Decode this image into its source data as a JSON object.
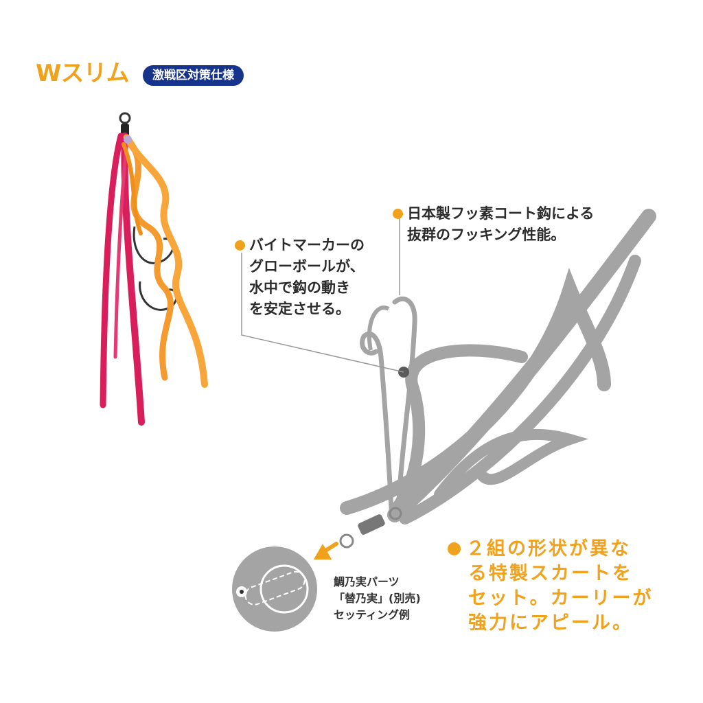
{
  "header": {
    "title": "Wスリム",
    "badge": "激戦区対策仕様"
  },
  "callouts": {
    "hook": {
      "line1": "日本製フッ素コート鈎による",
      "line2": "抜群のフッキング性能。"
    },
    "bite_marker": {
      "line1": "バイトマーカーの",
      "line2": "グローボールが、",
      "line3": "水中で鈎の動き",
      "line4": "を安定させる。"
    },
    "skirt": {
      "line1": "２組の形状が異な",
      "line2": "る特製スカートを",
      "line3": "セット。カーリーが",
      "line4": "強力にアピール。"
    },
    "parts": {
      "line1": "鯛乃実パーツ",
      "line2": "「替乃実」(別売)",
      "line3": "セッティング例"
    }
  },
  "colors": {
    "accent": "#F0A21C",
    "badge_bg": "#16348C",
    "diagram_gray": "#A4A4A4",
    "skirt_pink": "#D81E5B",
    "skirt_orange": "#F59A2E"
  },
  "icons": [
    "dot-bullet-icon",
    "arrow-icon"
  ]
}
